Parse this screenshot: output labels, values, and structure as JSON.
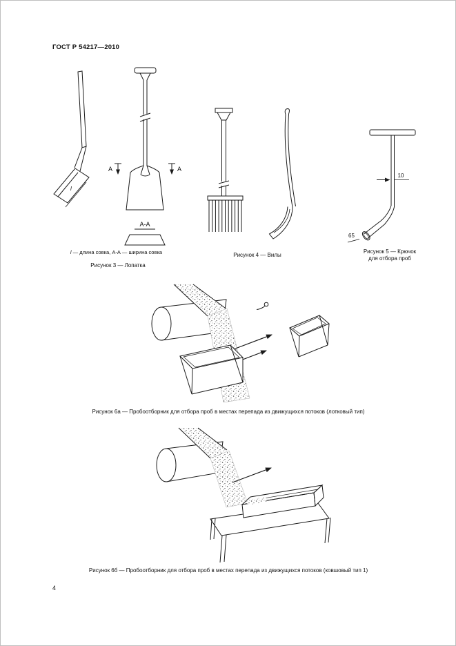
{
  "header": {
    "title": "ГОСТ Р 54217—2010"
  },
  "figure3": {
    "section_label_left": "А",
    "section_label_right": "А",
    "blade_length_label": "l",
    "section_view_label": "А-А",
    "legend_italic": "l",
    "legend_rest": " — длина совка, А-А — ширина совка",
    "caption": "Рисунок 3 — Лопатка"
  },
  "figure4": {
    "caption": "Рисунок 4 — Вилы"
  },
  "figure5": {
    "dim_width": "10",
    "dim_angle": "65",
    "caption_line1": "Рисунок 5 — Крючок",
    "caption_line2": "для отбора проб"
  },
  "figure6a": {
    "caption": "Рисунок 6а — Пробоотборник для отбора проб в местах перепада из движущихся потоков (лотковый тип)"
  },
  "figure6b": {
    "caption": "Рисунок 6б — Пробоотборник для отбора проб в местах перепада из движущихся потоков (ковшовый тип 1)"
  },
  "footer": {
    "page_number": "4"
  }
}
